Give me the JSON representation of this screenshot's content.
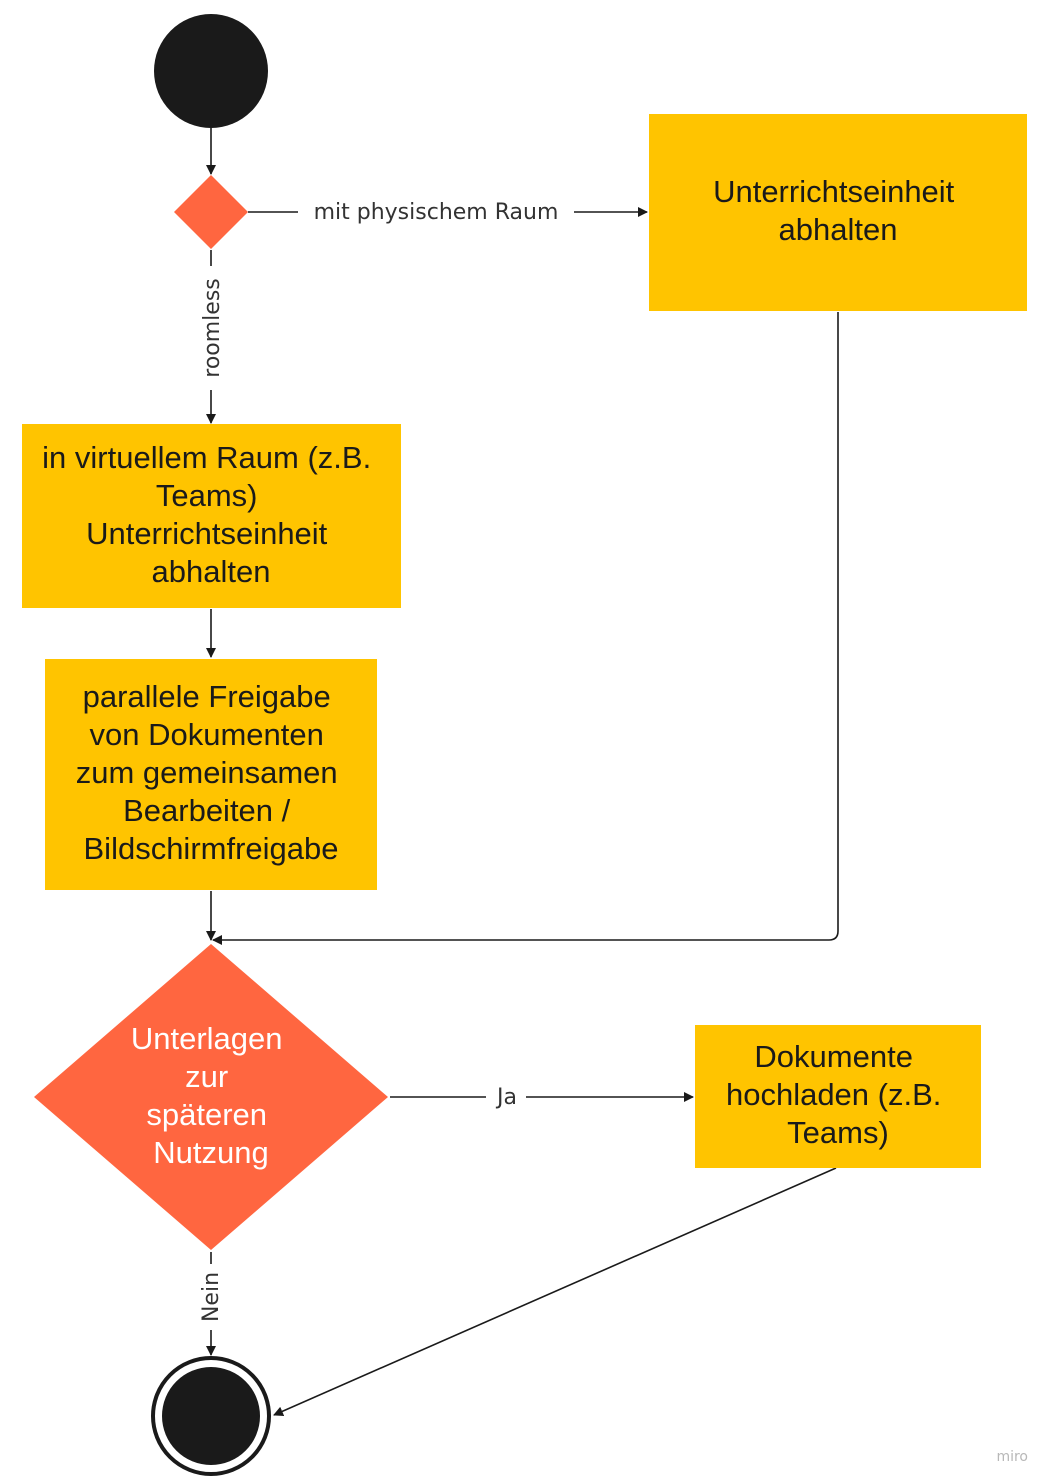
{
  "colors": {
    "box": "#ffc400",
    "decision": "#ff6640",
    "node_dark": "#1a1a1a",
    "edge": "#1a1a1a"
  },
  "nodes": {
    "box_physical": {
      "lines": [
        "Unterrichtseinheit",
        "abhalten"
      ]
    },
    "box_virtual": {
      "lines": [
        "in virtuellem Raum (z.B.",
        "Teams)",
        "Unterrichtseinheit",
        "abhalten"
      ]
    },
    "box_share": {
      "lines": [
        "parallele Freigabe",
        "von Dokumenten",
        "zum gemeinsamen",
        "Bearbeiten /",
        "Bildschirmfreigabe"
      ]
    },
    "decision_docs": {
      "lines": [
        "Unterlagen",
        "zur",
        "späteren",
        "Nutzung"
      ]
    },
    "box_upload": {
      "lines": [
        "Dokumente",
        "hochladen (z.B.",
        "Teams)"
      ]
    }
  },
  "edges": {
    "physical": "mit physischem Raum",
    "roomless": "roomless",
    "yes": "Ja",
    "no": "Nein"
  },
  "watermark": "miro"
}
